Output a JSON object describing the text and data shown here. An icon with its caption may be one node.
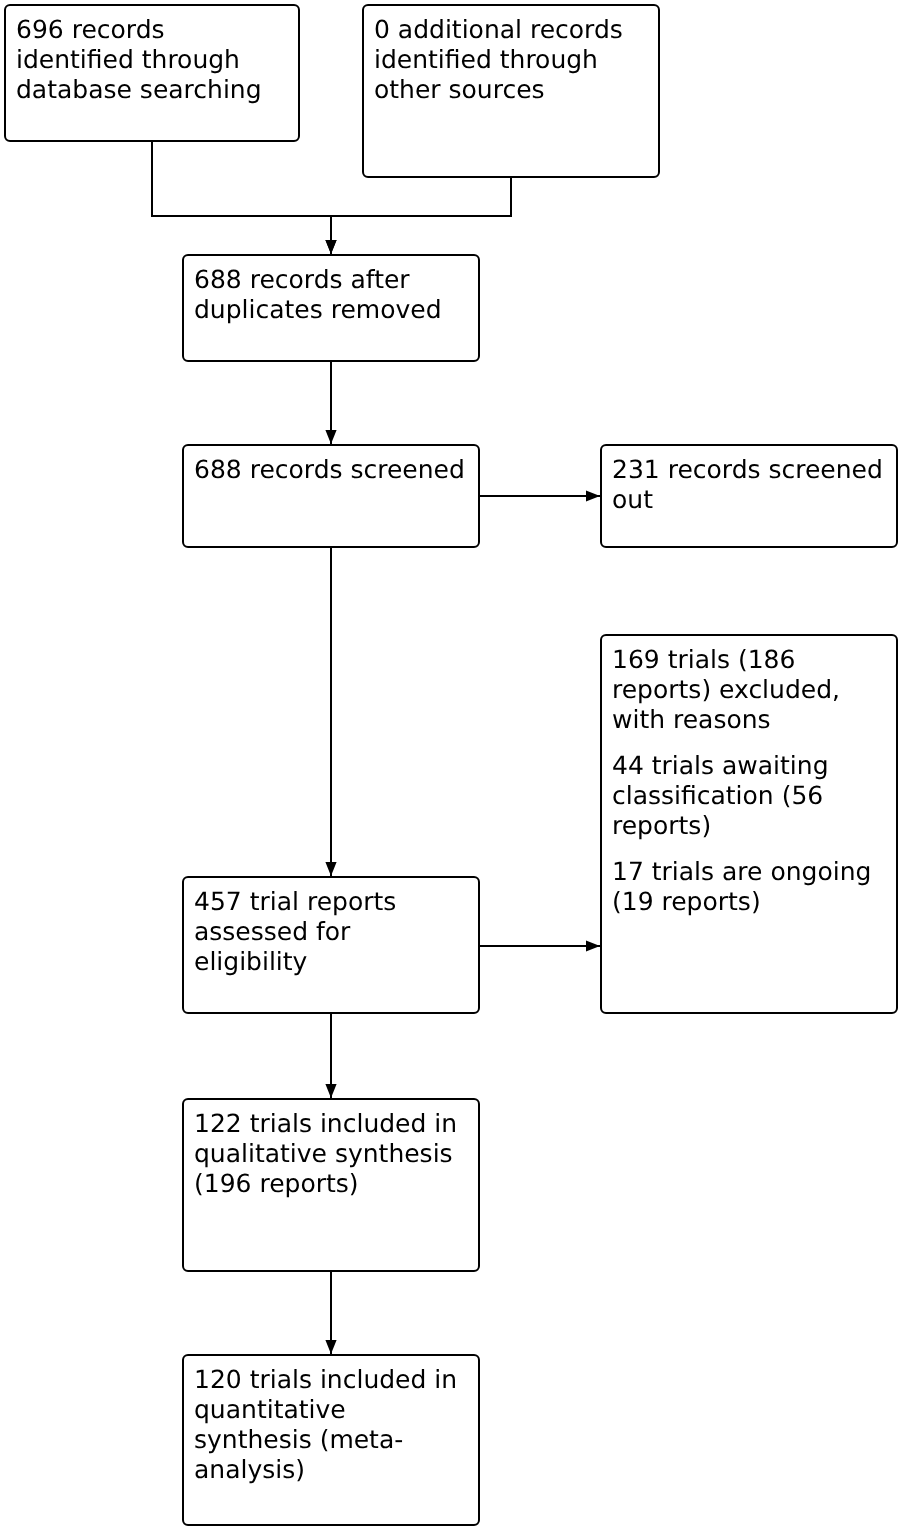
{
  "diagram": {
    "nodes": [
      {
        "text": [
          "696 records identified through database searching"
        ]
      },
      {
        "text": [
          "0 additional records identified through other sources"
        ]
      },
      {
        "text": [
          "688 records after duplicates removed"
        ]
      },
      {
        "text": [
          "688 records screened"
        ]
      },
      {
        "text": [
          "231 records screened out"
        ]
      },
      {
        "text": [
          "169 trials (186 reports) excluded, with reasons",
          "44 trials awaiting classification (56 reports)",
          "17 trials are ongoing (19 reports)"
        ]
      },
      {
        "text": [
          "457 trial reports assessed for eligibility"
        ]
      },
      {
        "text": [
          "122 trials included in qualitative synthesis (196 reports)"
        ]
      },
      {
        "text": [
          "120 trials included in quantitative synthesis (meta-analysis)"
        ]
      }
    ],
    "edges": [
      {
        "from": 0,
        "to": 2,
        "arrow": "to"
      },
      {
        "from": 1,
        "to": 2,
        "arrow": "to"
      },
      {
        "from": 2,
        "to": 3,
        "arrow": "to"
      },
      {
        "from": 3,
        "to": 4,
        "arrow": "to"
      },
      {
        "from": 3,
        "to": 6,
        "arrow": "to"
      },
      {
        "from": 6,
        "to": 5,
        "arrow": "to"
      },
      {
        "from": 6,
        "to": 7,
        "arrow": "to"
      },
      {
        "from": 7,
        "to": 8,
        "arrow": "to"
      }
    ]
  }
}
